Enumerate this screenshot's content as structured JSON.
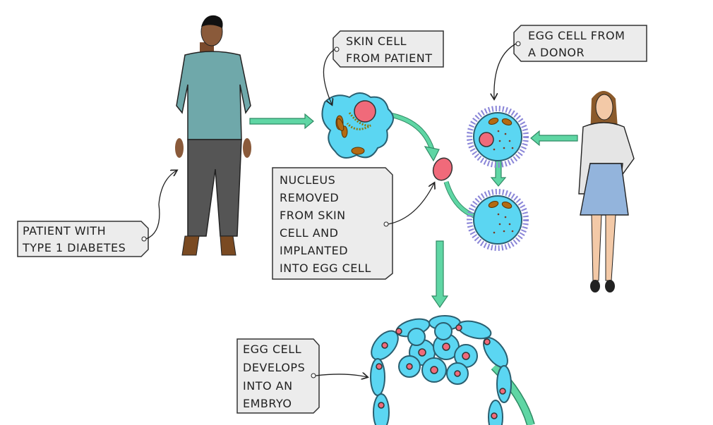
{
  "labels": {
    "patient": [
      "PATIENT  WITH",
      "TYPE 1  DIABETES"
    ],
    "skin_cell": [
      "SKIN  CELL",
      "FROM  PATIENT"
    ],
    "egg_cell_donor": [
      "EGG  CELL  FROM",
      "A  DONOR"
    ],
    "nucleus_removed": [
      "NUCLEUS",
      "REMOVED",
      "FROM  SKIN",
      "CELL  AND",
      "IMPLANTED",
      "INTO  EGG CELL"
    ],
    "embryo": [
      "EGG CELL",
      "DEVELOPS",
      "INTO  AN",
      "EMBRYO"
    ]
  },
  "colors": {
    "cell_cytoplasm": "#5bd6f2",
    "nucleus": "#f06a7a",
    "arrow": "#5fd6a4",
    "label_box": "#ececec"
  }
}
